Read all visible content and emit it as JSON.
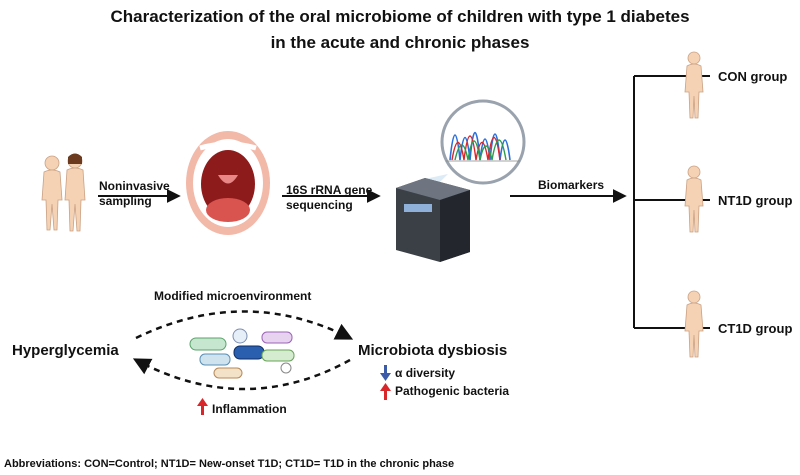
{
  "title": {
    "line1": "Characterization of the oral microbiome of children with type 1 diabetes",
    "line2": "in the acute and chronic phases"
  },
  "flow": {
    "step1_line1": "Noninvasive",
    "step1_line2": "sampling",
    "step2_line1": "16S rRNA gene",
    "step2_line2": "sequencing",
    "step3": "Biomarkers"
  },
  "groups": [
    "CON group",
    "NT1D group",
    "CT1D group"
  ],
  "cycle": {
    "top_label": "Modified microenvironment",
    "left_label": "Hyperglycemia",
    "right_label": "Microbiota dysbiosis",
    "effect1": "α diversity",
    "effect2": "Pathogenic bacteria",
    "bottom_label": "Inflammation"
  },
  "footer": "Abbreviations: CON=Control;  NT1D= New-onset T1D;  CT1D= T1D in the chronic phase",
  "colors": {
    "down_arrow": "#3b5ba9",
    "up_arrow": "#d9262b",
    "skin": "#f6d2b4",
    "mouth": "#c9302c"
  }
}
